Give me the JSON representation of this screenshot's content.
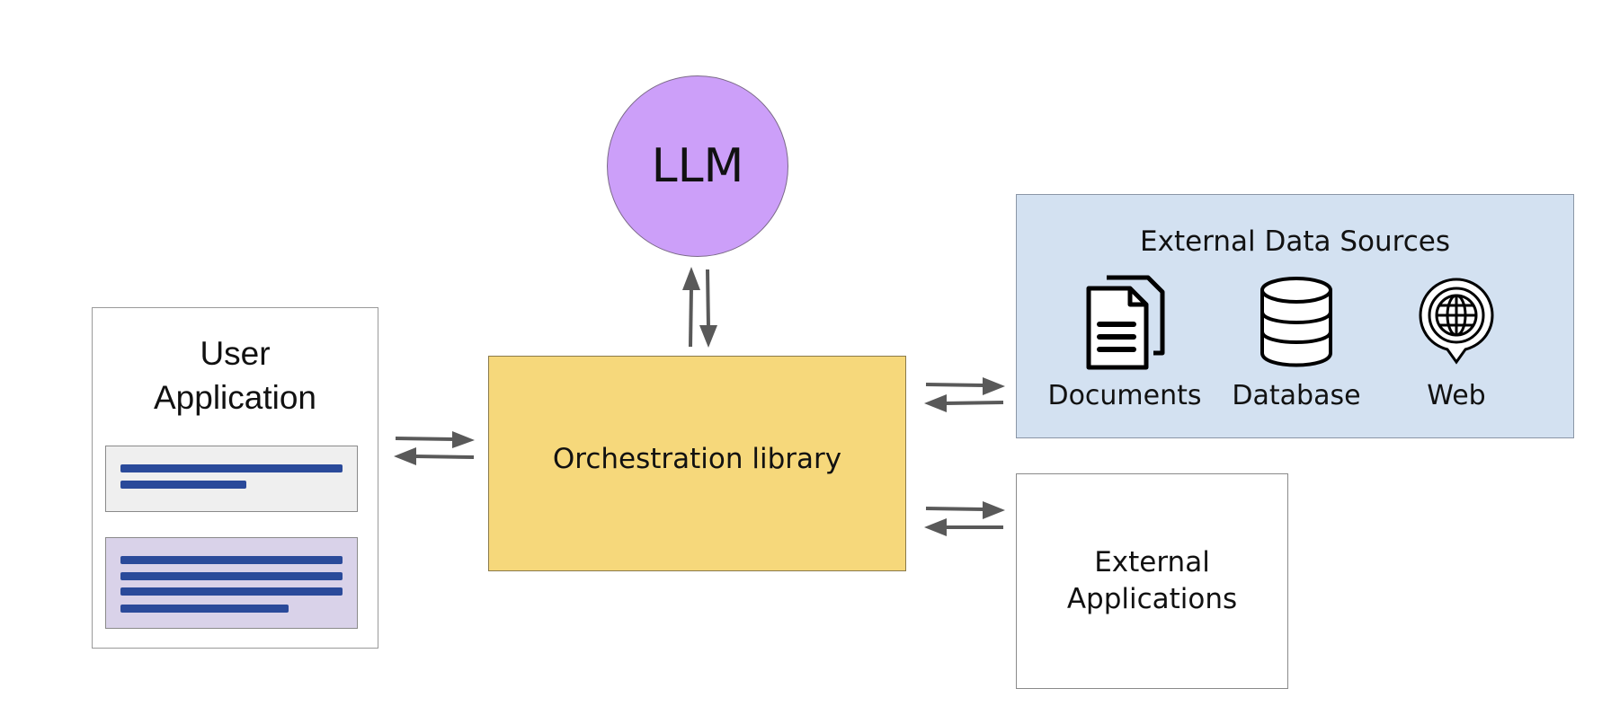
{
  "nodes": {
    "llm": {
      "label": "LLM",
      "color": "#cc9ff9"
    },
    "orchestration": {
      "label": "Orchestration library",
      "color": "#f6d87b"
    },
    "user_app": {
      "label": "User\nApplication"
    },
    "external_data": {
      "title": "External Data Sources",
      "color": "#d3e1f1",
      "sources": [
        {
          "label": "Documents",
          "icon": "documents-icon"
        },
        {
          "label": "Database",
          "icon": "database-icon"
        },
        {
          "label": "Web",
          "icon": "web-globe-icon"
        }
      ]
    },
    "external_apps": {
      "label": "External\nApplications"
    }
  },
  "edges": [
    {
      "between": [
        "user_app",
        "orchestration"
      ],
      "direction": "bidirectional"
    },
    {
      "between": [
        "orchestration",
        "llm"
      ],
      "direction": "bidirectional"
    },
    {
      "between": [
        "orchestration",
        "external_data"
      ],
      "direction": "bidirectional"
    },
    {
      "between": [
        "orchestration",
        "external_apps"
      ],
      "direction": "bidirectional"
    }
  ],
  "colors": {
    "arrow": "#595959",
    "text_lines": "#2a4a9a"
  }
}
